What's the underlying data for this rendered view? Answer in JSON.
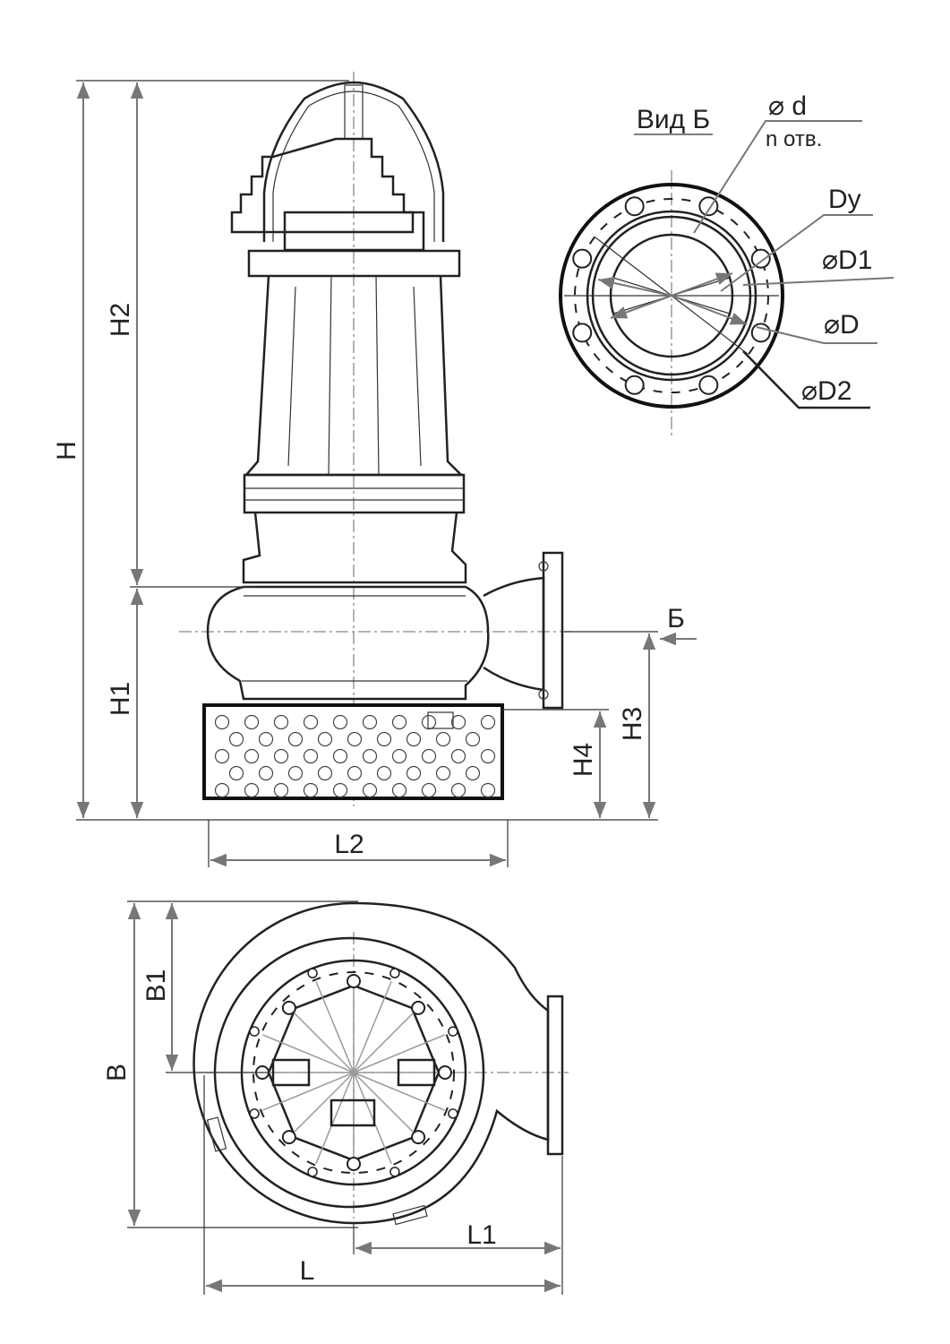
{
  "drawing": {
    "front_view": {
      "dimensions": {
        "H": "H",
        "H1": "H1",
        "H2": "H2",
        "H3": "H3",
        "H4": "H4",
        "L2": "L2",
        "view_marker": "Б"
      }
    },
    "flange_view": {
      "title": "Вид Б",
      "hole_diameter": "⌀ d",
      "hole_count": "n отв.",
      "nominal": "Dy",
      "D1": "⌀D1",
      "D": "⌀D",
      "D2": "⌀D2"
    },
    "plan_view": {
      "dimensions": {
        "B": "B",
        "B1": "B1",
        "L": "L",
        "L1": "L1"
      }
    },
    "colors": {
      "line": "#222222",
      "dimension": "#777777",
      "background": "#ffffff"
    }
  }
}
